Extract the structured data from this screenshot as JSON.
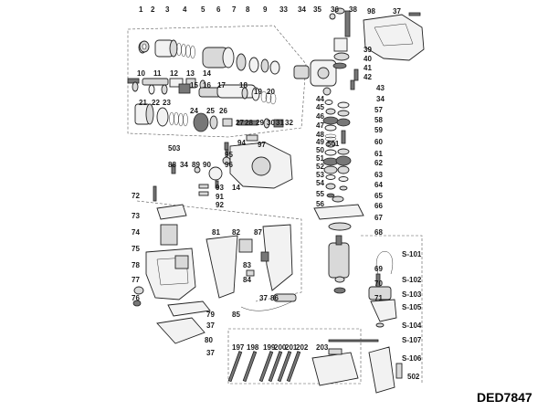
{
  "diagram": {
    "model": "DED7847",
    "callouts": [
      {
        "id": "c1",
        "text": "1"
      },
      {
        "id": "c2",
        "text": "2"
      },
      {
        "id": "c3",
        "text": "3"
      },
      {
        "id": "c4",
        "text": "4"
      },
      {
        "id": "c5",
        "text": "5"
      },
      {
        "id": "c6",
        "text": "6"
      },
      {
        "id": "c7",
        "text": "7"
      },
      {
        "id": "c8",
        "text": "8"
      },
      {
        "id": "c9",
        "text": "9"
      },
      {
        "id": "c33",
        "text": "33"
      },
      {
        "id": "c34a",
        "text": "34"
      },
      {
        "id": "c35",
        "text": "35"
      },
      {
        "id": "c36",
        "text": "36"
      },
      {
        "id": "c38",
        "text": "38"
      },
      {
        "id": "c98",
        "text": "98"
      },
      {
        "id": "c37a",
        "text": "37"
      },
      {
        "id": "c39",
        "text": "39"
      },
      {
        "id": "c40",
        "text": "40"
      },
      {
        "id": "c41",
        "text": "41"
      },
      {
        "id": "c42",
        "text": "42"
      },
      {
        "id": "c10",
        "text": "10"
      },
      {
        "id": "c11",
        "text": "11"
      },
      {
        "id": "c12",
        "text": "12"
      },
      {
        "id": "c13",
        "text": "13"
      },
      {
        "id": "c14a",
        "text": "14"
      },
      {
        "id": "c15",
        "text": "15"
      },
      {
        "id": "c16",
        "text": "16"
      },
      {
        "id": "c17",
        "text": "17"
      },
      {
        "id": "c18",
        "text": "18"
      },
      {
        "id": "c19",
        "text": "19"
      },
      {
        "id": "c20",
        "text": "20"
      },
      {
        "id": "c21",
        "text": "21"
      },
      {
        "id": "c22",
        "text": "22"
      },
      {
        "id": "c23",
        "text": "23"
      },
      {
        "id": "c43",
        "text": "43"
      },
      {
        "id": "c34b",
        "text": "34"
      },
      {
        "id": "c44",
        "text": "44"
      },
      {
        "id": "c45",
        "text": "45"
      },
      {
        "id": "c46",
        "text": "46"
      },
      {
        "id": "c47",
        "text": "47"
      },
      {
        "id": "c24",
        "text": "24"
      },
      {
        "id": "c25",
        "text": "25"
      },
      {
        "id": "c26",
        "text": "26"
      },
      {
        "id": "c27",
        "text": "27"
      },
      {
        "id": "c28",
        "text": "28"
      },
      {
        "id": "c29",
        "text": "29"
      },
      {
        "id": "c30",
        "text": "30"
      },
      {
        "id": "c31",
        "text": "31"
      },
      {
        "id": "c32",
        "text": "32"
      },
      {
        "id": "c57",
        "text": "57"
      },
      {
        "id": "c58",
        "text": "58"
      },
      {
        "id": "c59",
        "text": "59"
      },
      {
        "id": "c48",
        "text": "48"
      },
      {
        "id": "c49",
        "text": "49"
      },
      {
        "id": "c501",
        "text": "501"
      },
      {
        "id": "c60",
        "text": "60"
      },
      {
        "id": "c503",
        "text": "503"
      },
      {
        "id": "c94",
        "text": "94"
      },
      {
        "id": "c97",
        "text": "97"
      },
      {
        "id": "c50",
        "text": "50"
      },
      {
        "id": "c95",
        "text": "95"
      },
      {
        "id": "c51",
        "text": "51"
      },
      {
        "id": "c61",
        "text": "61"
      },
      {
        "id": "c88",
        "text": "88"
      },
      {
        "id": "c34c",
        "text": "34"
      },
      {
        "id": "c89",
        "text": "89"
      },
      {
        "id": "c90",
        "text": "90"
      },
      {
        "id": "c96",
        "text": "96"
      },
      {
        "id": "c52",
        "text": "52"
      },
      {
        "id": "c62",
        "text": "62"
      },
      {
        "id": "c53",
        "text": "53"
      },
      {
        "id": "c63",
        "text": "63"
      },
      {
        "id": "c93",
        "text": "93"
      },
      {
        "id": "c14b",
        "text": "14"
      },
      {
        "id": "c54",
        "text": "54"
      },
      {
        "id": "c64",
        "text": "64"
      },
      {
        "id": "c72",
        "text": "72"
      },
      {
        "id": "c91",
        "text": "91"
      },
      {
        "id": "c55",
        "text": "55"
      },
      {
        "id": "c65",
        "text": "65"
      },
      {
        "id": "c92",
        "text": "92"
      },
      {
        "id": "c56",
        "text": "56"
      },
      {
        "id": "c66",
        "text": "66"
      },
      {
        "id": "c73",
        "text": "73"
      },
      {
        "id": "c67",
        "text": "67"
      },
      {
        "id": "c74",
        "text": "74"
      },
      {
        "id": "c81",
        "text": "81"
      },
      {
        "id": "c82",
        "text": "82"
      },
      {
        "id": "c87",
        "text": "87"
      },
      {
        "id": "c68",
        "text": "68"
      },
      {
        "id": "c75",
        "text": "75"
      },
      {
        "id": "cS101",
        "text": "S-101"
      },
      {
        "id": "c78",
        "text": "78"
      },
      {
        "id": "c83",
        "text": "83"
      },
      {
        "id": "c69",
        "text": "69"
      },
      {
        "id": "cS102",
        "text": "S-102"
      },
      {
        "id": "c77",
        "text": "77"
      },
      {
        "id": "c84",
        "text": "84"
      },
      {
        "id": "c70",
        "text": "70"
      },
      {
        "id": "cS103",
        "text": "S-103"
      },
      {
        "id": "c76",
        "text": "76"
      },
      {
        "id": "c37b",
        "text": "37"
      },
      {
        "id": "c86",
        "text": "86"
      },
      {
        "id": "c71",
        "text": "71"
      },
      {
        "id": "cS105",
        "text": "S-105"
      },
      {
        "id": "c79",
        "text": "79"
      },
      {
        "id": "c85",
        "text": "85"
      },
      {
        "id": "cS104",
        "text": "S-104"
      },
      {
        "id": "c37c",
        "text": "37"
      },
      {
        "id": "c80",
        "text": "80"
      },
      {
        "id": "cS107",
        "text": "S-107"
      },
      {
        "id": "c37d",
        "text": "37"
      },
      {
        "id": "c197",
        "text": "197"
      },
      {
        "id": "c198",
        "text": "198"
      },
      {
        "id": "c199",
        "text": "199"
      },
      {
        "id": "c200",
        "text": "200"
      },
      {
        "id": "c201",
        "text": "201"
      },
      {
        "id": "c202",
        "text": "202"
      },
      {
        "id": "c203",
        "text": "203"
      },
      {
        "id": "cS106",
        "text": "S-106"
      },
      {
        "id": "c502",
        "text": "502"
      }
    ]
  }
}
